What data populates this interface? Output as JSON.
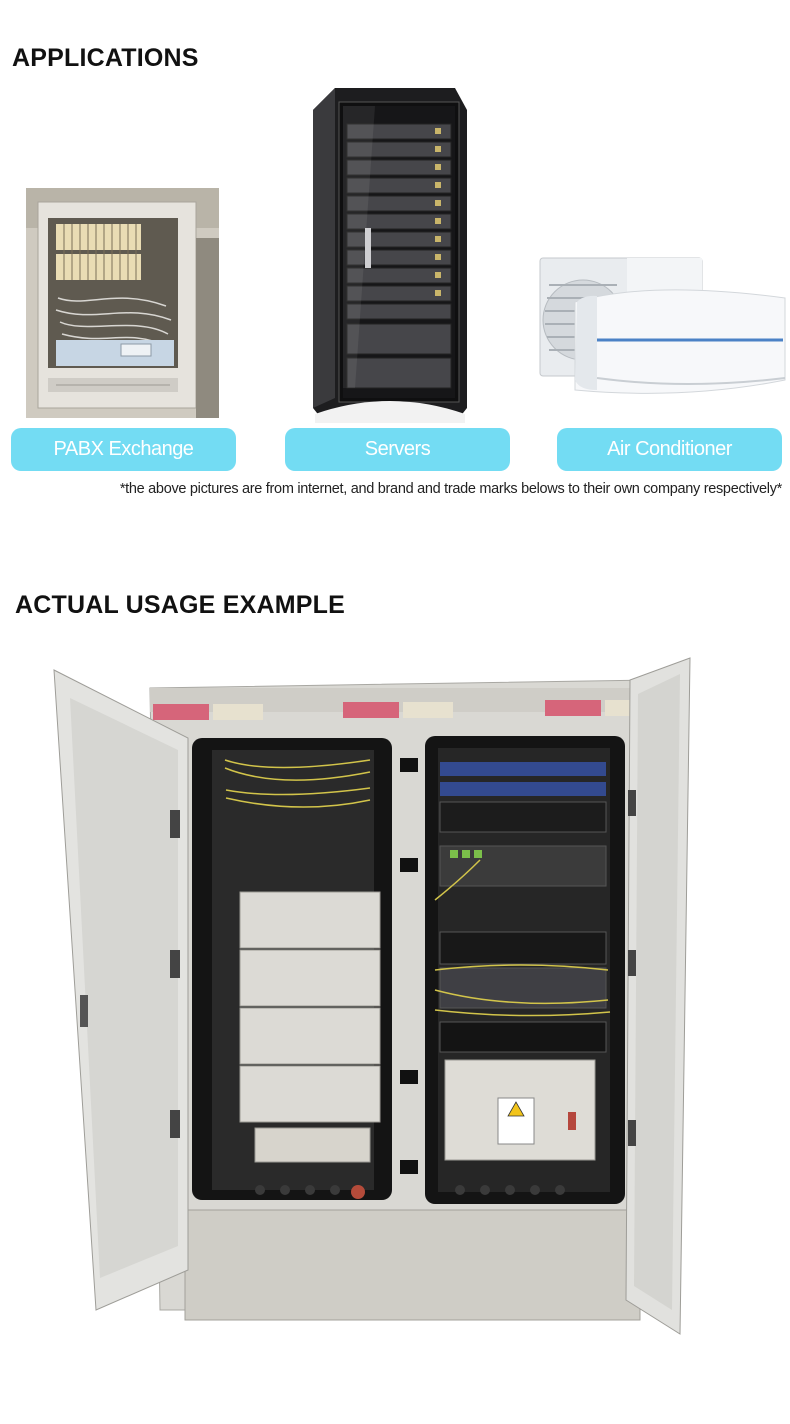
{
  "applications": {
    "heading": "APPLICATIONS",
    "items": [
      {
        "label": "PABX Exchange"
      },
      {
        "label": "Servers"
      },
      {
        "label": "Air Conditioner"
      }
    ],
    "disclaimer": "*the above pictures are from internet, and brand and trade marks belows to their own company respectively*"
  },
  "usage": {
    "heading": "ACTUAL USAGE EXAMPLE"
  },
  "colors": {
    "pill_background": "#73dcf3",
    "pill_text": "#ffffff",
    "heading_text": "#111111"
  }
}
